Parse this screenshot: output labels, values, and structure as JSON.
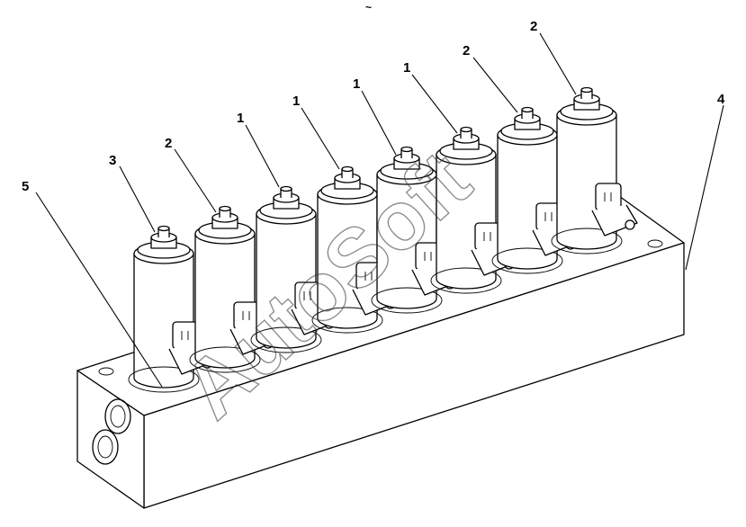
{
  "diagram": {
    "callouts": [
      {
        "id": "c5",
        "label": "5"
      },
      {
        "id": "c3",
        "label": "3"
      },
      {
        "id": "c2a",
        "label": "2"
      },
      {
        "id": "c1a",
        "label": "1"
      },
      {
        "id": "c1b",
        "label": "1"
      },
      {
        "id": "c1c",
        "label": "1"
      },
      {
        "id": "c1d",
        "label": "1"
      },
      {
        "id": "c2b",
        "label": "2"
      },
      {
        "id": "c2c",
        "label": "2"
      },
      {
        "id": "c4",
        "label": "4"
      }
    ],
    "watermark": "AutoSoft",
    "top_mark": "~"
  }
}
